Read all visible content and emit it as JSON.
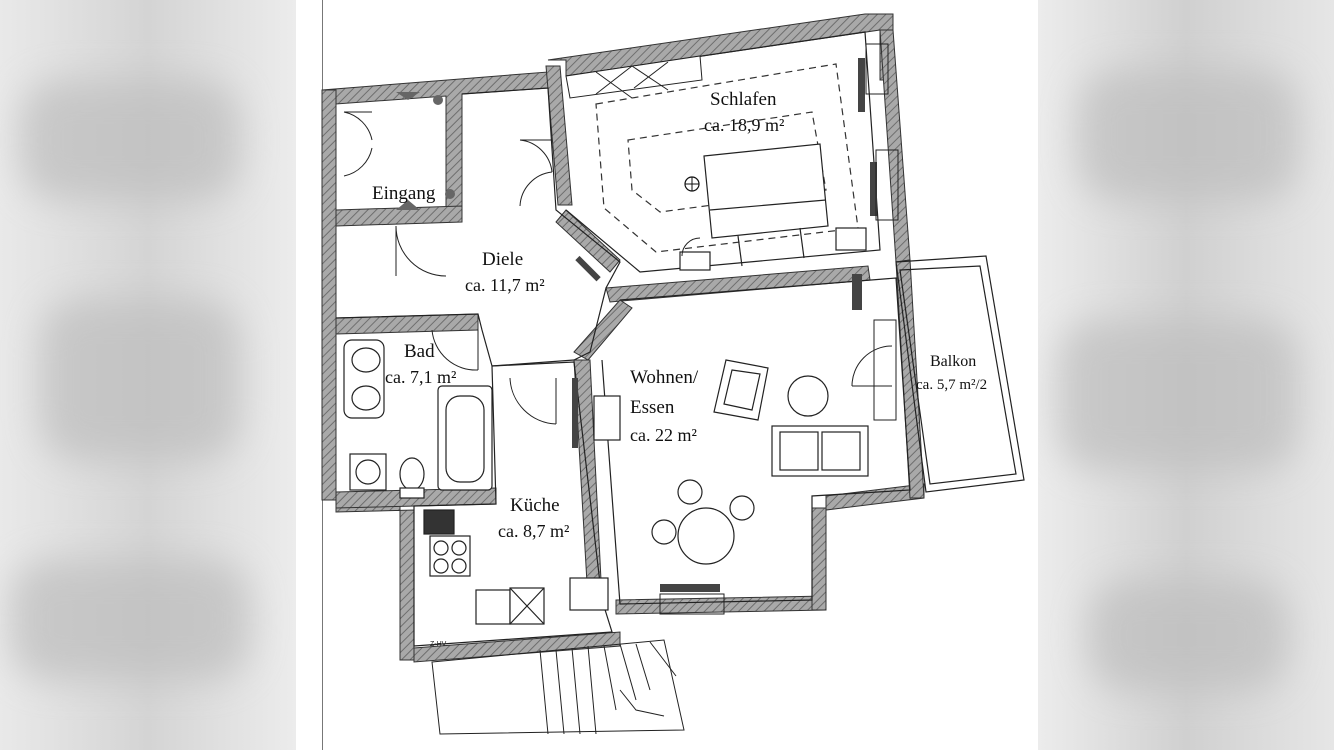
{
  "plan": {
    "rooms": [
      {
        "id": "schlafen",
        "name": "Schlafen",
        "area": "ca. 18,9 m²"
      },
      {
        "id": "eingang",
        "name": "Eingang",
        "area": ""
      },
      {
        "id": "diele",
        "name": "Diele",
        "area": "ca. 11,7 m²"
      },
      {
        "id": "bad",
        "name": "Bad",
        "area": "ca. 7,1 m²"
      },
      {
        "id": "wohnen",
        "name": "Wohnen/",
        "name2": "Essen",
        "area": "ca. 22 m²"
      },
      {
        "id": "balkon",
        "name": "Balkon",
        "area": "ca. 5,7 m²/2"
      },
      {
        "id": "kueche",
        "name": "Küche",
        "area": "ca. 8,7 m²"
      }
    ],
    "stair_marker": "Z-HV"
  },
  "colors": {
    "wall": "#8a8a8a",
    "line": "#222222",
    "background": "#ffffff"
  }
}
